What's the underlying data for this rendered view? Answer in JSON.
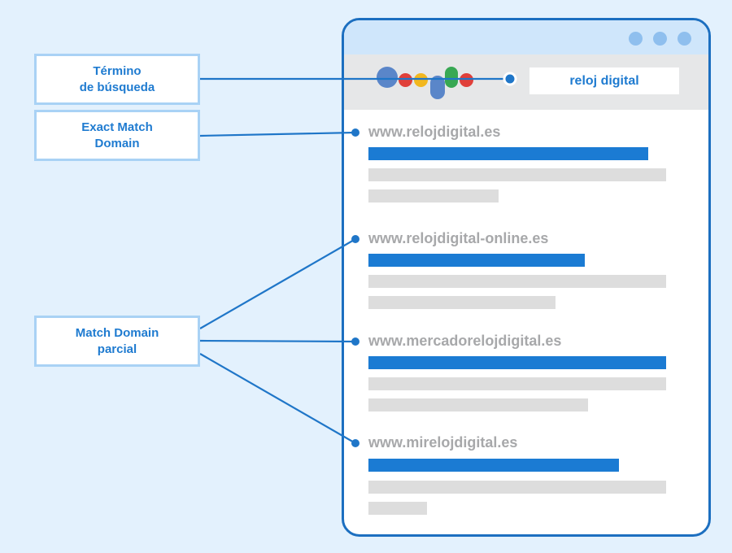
{
  "labels": {
    "search_term": "Término\nde búsqueda",
    "exact_match": "Exact Match\nDomain",
    "partial_match": "Match Domain\nparcial"
  },
  "search": {
    "query": "reloj digital"
  },
  "results": [
    {
      "url": "www.relojdigital.es"
    },
    {
      "url": "www.relojdigital-online.es"
    },
    {
      "url": "www.mercadorelojdigital.es"
    },
    {
      "url": "www.mirelojdigital.es"
    }
  ],
  "colors": {
    "background": "#e3f1fd",
    "accent_blue": "#1f7bd0",
    "frame_blue": "#1c6fc0",
    "google_blue": "#5a86c9",
    "google_red": "#e0403a",
    "google_yellow": "#f2b71e",
    "google_green": "#38a853",
    "url_gray": "#a7a8aa",
    "bar_gray": "#dddddd"
  }
}
